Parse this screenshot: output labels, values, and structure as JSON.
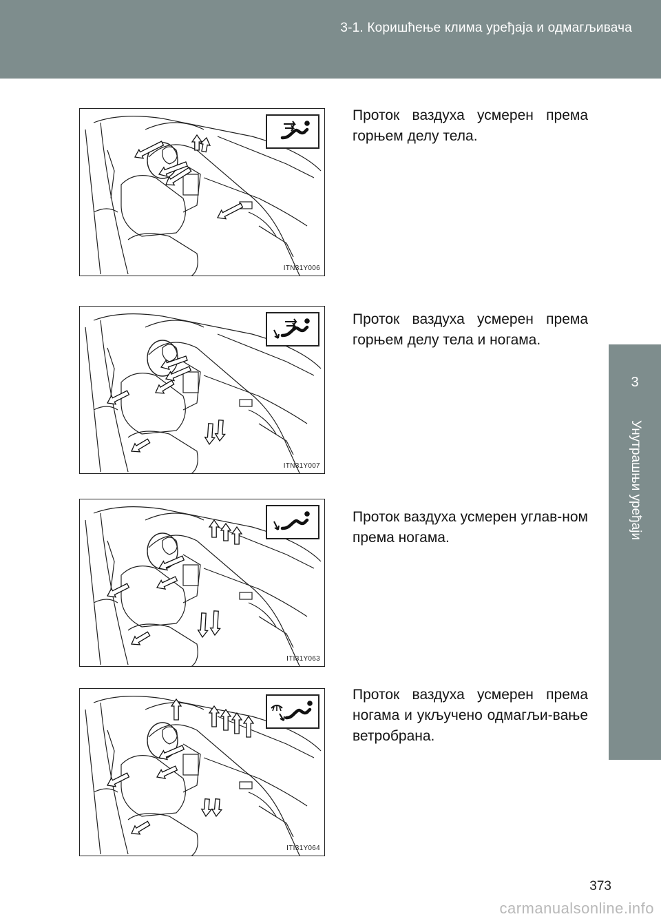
{
  "header": {
    "title": "3-1. Коришћење клима уређаја и одмагљивача"
  },
  "side_tab": {
    "number": "3",
    "label": "Унутрашњи уређаји"
  },
  "sections": [
    {
      "code": "ITN31Y006",
      "icon": "face-vent-icon",
      "text": "Проток ваздуха усмерен према горњем делу тела."
    },
    {
      "code": "ITN31Y007",
      "icon": "bi-level-vent-icon",
      "text": "Проток ваздуха усмерен према горњем делу тела и ногама."
    },
    {
      "code": "ITI31Y063",
      "icon": "foot-vent-icon",
      "text": "Проток ваздуха усмерен углав-ном према ногама."
    },
    {
      "code": "ITI31Y064",
      "icon": "foot-defrost-vent-icon",
      "text": "Проток ваздуха усмерен према ногама и укључено одмагљи-вање ветробрана."
    }
  ],
  "footer": {
    "page_number": "373",
    "watermark": "carmanualsonline.info"
  }
}
